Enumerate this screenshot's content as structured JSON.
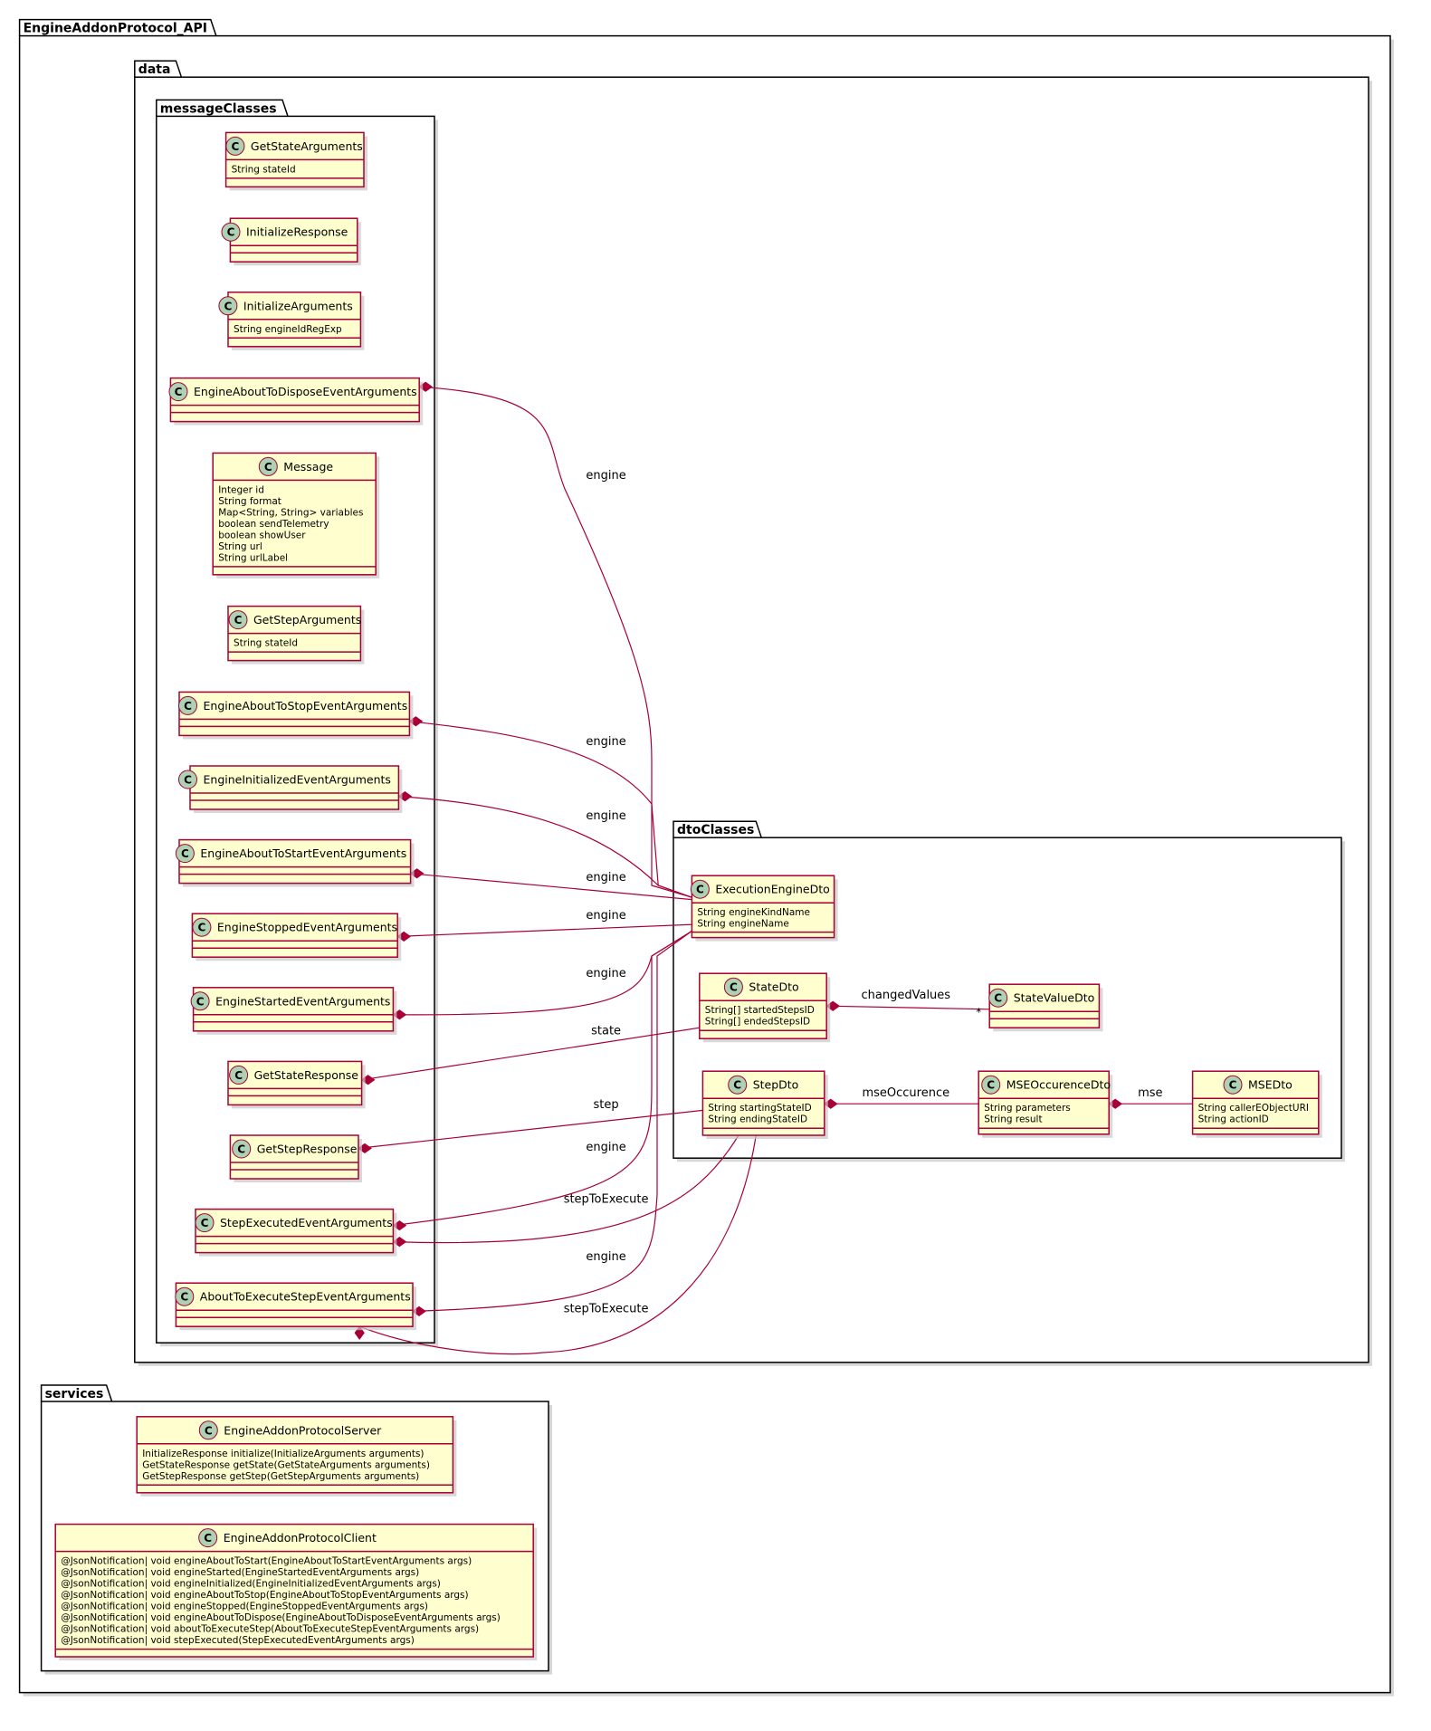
{
  "packages": [
    {
      "id": "root",
      "label": "EngineAddonProtocol_API"
    },
    {
      "id": "data",
      "label": "data"
    },
    {
      "id": "messageClasses",
      "label": "messageClasses"
    },
    {
      "id": "dtoClasses",
      "label": "dtoClasses"
    },
    {
      "id": "services",
      "label": "services"
    }
  ],
  "classes": [
    {
      "id": "GetStateArguments",
      "name": "GetStateArguments",
      "package": "messageClasses",
      "attributes": [
        "String stateId"
      ]
    },
    {
      "id": "InitializeResponse",
      "name": "InitializeResponse",
      "package": "messageClasses",
      "attributes": []
    },
    {
      "id": "InitializeArguments",
      "name": "InitializeArguments",
      "package": "messageClasses",
      "attributes": [
        "String engineIdRegExp"
      ]
    },
    {
      "id": "EngineAboutToDisposeEventArguments",
      "name": "EngineAboutToDisposeEventArguments",
      "package": "messageClasses",
      "attributes": []
    },
    {
      "id": "Message",
      "name": "Message",
      "package": "messageClasses",
      "attributes": [
        "Integer id",
        "String format",
        "Map<String, String> variables",
        "boolean sendTelemetry",
        "boolean showUser",
        "String url",
        "String urlLabel"
      ]
    },
    {
      "id": "GetStepArguments",
      "name": "GetStepArguments",
      "package": "messageClasses",
      "attributes": [
        "String stateId"
      ]
    },
    {
      "id": "EngineAboutToStopEventArguments",
      "name": "EngineAboutToStopEventArguments",
      "package": "messageClasses",
      "attributes": []
    },
    {
      "id": "EngineInitializedEventArguments",
      "name": "EngineInitializedEventArguments",
      "package": "messageClasses",
      "attributes": []
    },
    {
      "id": "EngineAboutToStartEventArguments",
      "name": "EngineAboutToStartEventArguments",
      "package": "messageClasses",
      "attributes": []
    },
    {
      "id": "EngineStoppedEventArguments",
      "name": "EngineStoppedEventArguments",
      "package": "messageClasses",
      "attributes": []
    },
    {
      "id": "EngineStartedEventArguments",
      "name": "EngineStartedEventArguments",
      "package": "messageClasses",
      "attributes": []
    },
    {
      "id": "GetStateResponse",
      "name": "GetStateResponse",
      "package": "messageClasses",
      "attributes": []
    },
    {
      "id": "GetStepResponse",
      "name": "GetStepResponse",
      "package": "messageClasses",
      "attributes": []
    },
    {
      "id": "StepExecutedEventArguments",
      "name": "StepExecutedEventArguments",
      "package": "messageClasses",
      "attributes": []
    },
    {
      "id": "AboutToExecuteStepEventArguments",
      "name": "AboutToExecuteStepEventArguments",
      "package": "messageClasses",
      "attributes": []
    },
    {
      "id": "ExecutionEngineDto",
      "name": "ExecutionEngineDto",
      "package": "dtoClasses",
      "attributes": [
        "String engineKindName",
        "String engineName"
      ]
    },
    {
      "id": "StateDto",
      "name": "StateDto",
      "package": "dtoClasses",
      "attributes": [
        "String[] startedStepsID",
        "String[] endedStepsID"
      ]
    },
    {
      "id": "StateValueDto",
      "name": "StateValueDto",
      "package": "dtoClasses",
      "attributes": []
    },
    {
      "id": "StepDto",
      "name": "StepDto",
      "package": "dtoClasses",
      "attributes": [
        "String startingStateID",
        "String endingStateID"
      ]
    },
    {
      "id": "MSEOccurenceDto",
      "name": "MSEOccurenceDto",
      "package": "dtoClasses",
      "attributes": [
        "String parameters",
        "String result"
      ]
    },
    {
      "id": "MSEDto",
      "name": "MSEDto",
      "package": "dtoClasses",
      "attributes": [
        "String callerEObjectURI",
        "String actionID"
      ]
    },
    {
      "id": "EngineAddonProtocolServer",
      "name": "EngineAddonProtocolServer",
      "package": "services",
      "attributes": [
        "InitializeResponse initialize(InitializeArguments arguments)",
        "GetStateResponse getState(GetStateArguments arguments)",
        "GetStepResponse getStep(GetStepArguments arguments)"
      ]
    },
    {
      "id": "EngineAddonProtocolClient",
      "name": "EngineAddonProtocolClient",
      "package": "services",
      "attributes": [
        "@JsonNotification| void engineAboutToStart(EngineAboutToStartEventArguments args)",
        "@JsonNotification| void engineStarted(EngineStartedEventArguments args)",
        "@JsonNotification| void engineInitialized(EngineInitializedEventArguments args)",
        "@JsonNotification| void engineAboutToStop(EngineAboutToStopEventArguments args)",
        "@JsonNotification| void engineStopped(EngineStoppedEventArguments args)",
        "@JsonNotification| void engineAboutToDispose(EngineAboutToDisposeEventArguments args)",
        "@JsonNotification| void aboutToExecuteStep(AboutToExecuteStepEventArguments args)",
        "@JsonNotification| void stepExecuted(StepExecutedEventArguments args)"
      ]
    }
  ],
  "relations": [
    {
      "from": "EngineAboutToDisposeEventArguments",
      "to": "ExecutionEngineDto",
      "label": "engine"
    },
    {
      "from": "EngineAboutToStopEventArguments",
      "to": "ExecutionEngineDto",
      "label": "engine"
    },
    {
      "from": "EngineInitializedEventArguments",
      "to": "ExecutionEngineDto",
      "label": "engine"
    },
    {
      "from": "EngineAboutToStartEventArguments",
      "to": "ExecutionEngineDto",
      "label": "engine"
    },
    {
      "from": "EngineStoppedEventArguments",
      "to": "ExecutionEngineDto",
      "label": "engine"
    },
    {
      "from": "EngineStartedEventArguments",
      "to": "ExecutionEngineDto",
      "label": "engine"
    },
    {
      "from": "GetStateResponse",
      "to": "StateDto",
      "label": "state"
    },
    {
      "from": "GetStepResponse",
      "to": "StepDto",
      "label": "step"
    },
    {
      "from": "StepExecutedEventArguments",
      "to": "ExecutionEngineDto",
      "label": "engine"
    },
    {
      "from": "StepExecutedEventArguments",
      "to": "StepDto",
      "label": "stepToExecute"
    },
    {
      "from": "AboutToExecuteStepEventArguments",
      "to": "ExecutionEngineDto",
      "label": "engine"
    },
    {
      "from": "AboutToExecuteStepEventArguments",
      "to": "StepDto",
      "label": "stepToExecute"
    },
    {
      "from": "StateDto",
      "to": "StateValueDto",
      "label": "changedValues",
      "multiplicity": "*"
    },
    {
      "from": "StepDto",
      "to": "MSEOccurenceDto",
      "label": "mseOccurence"
    },
    {
      "from": "MSEOccurenceDto",
      "to": "MSEDto",
      "label": "mse"
    }
  ],
  "class_icon_letter": "C",
  "colors": {
    "class_fill": "#FEFECE",
    "class_border": "#A80036",
    "icon_fill": "#ADD1B2",
    "relation": "#A80036"
  }
}
